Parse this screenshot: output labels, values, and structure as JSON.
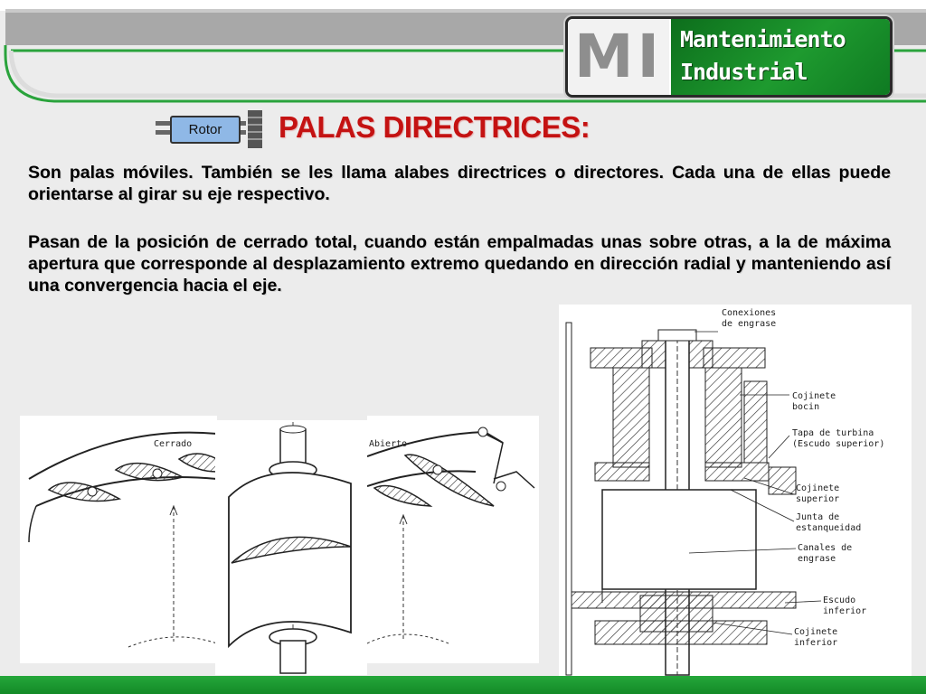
{
  "logo": {
    "mark": "MI",
    "line1": "Mantenimiento",
    "line2": "Industrial"
  },
  "rotor_label": "Rotor",
  "title": "PALAS DIRECTRICES:",
  "paragraphs": {
    "p1": "Son palas móviles. También se les llama alabes directrices o directores. Cada una de ellas puede orientarse al girar su eje respectivo.",
    "p2": "Pasan de la posición de cerrado total, cuando están empalmadas unas sobre otras, a la de máxima apertura que corresponde al desplazamiento extremo quedando en dirección radial y manteniendo así una convergencia hacia el eje."
  },
  "figures": {
    "closed_label": "Cerrado",
    "open_label": "Abierto",
    "section_labels": {
      "conexiones": [
        "Conexiones",
        "de engrase"
      ],
      "cojinete_bocin": [
        "Cojinete",
        "bocin"
      ],
      "tapa": [
        "Tapa de turbina",
        "(Escudo superior)"
      ],
      "cojinete_superior": [
        "Cojinete",
        "superior"
      ],
      "junta": [
        "Junta de",
        "estanqueidad"
      ],
      "canales": [
        "Canales de",
        "engrase"
      ],
      "escudo_inferior": [
        "Escudo",
        "inferior"
      ],
      "cojinete_inferior": [
        "Cojinete",
        "inferior"
      ]
    }
  },
  "colors": {
    "title": "#c41212",
    "accent_green": "#1e9a2f",
    "rotor_box": "#8fb8e6"
  }
}
